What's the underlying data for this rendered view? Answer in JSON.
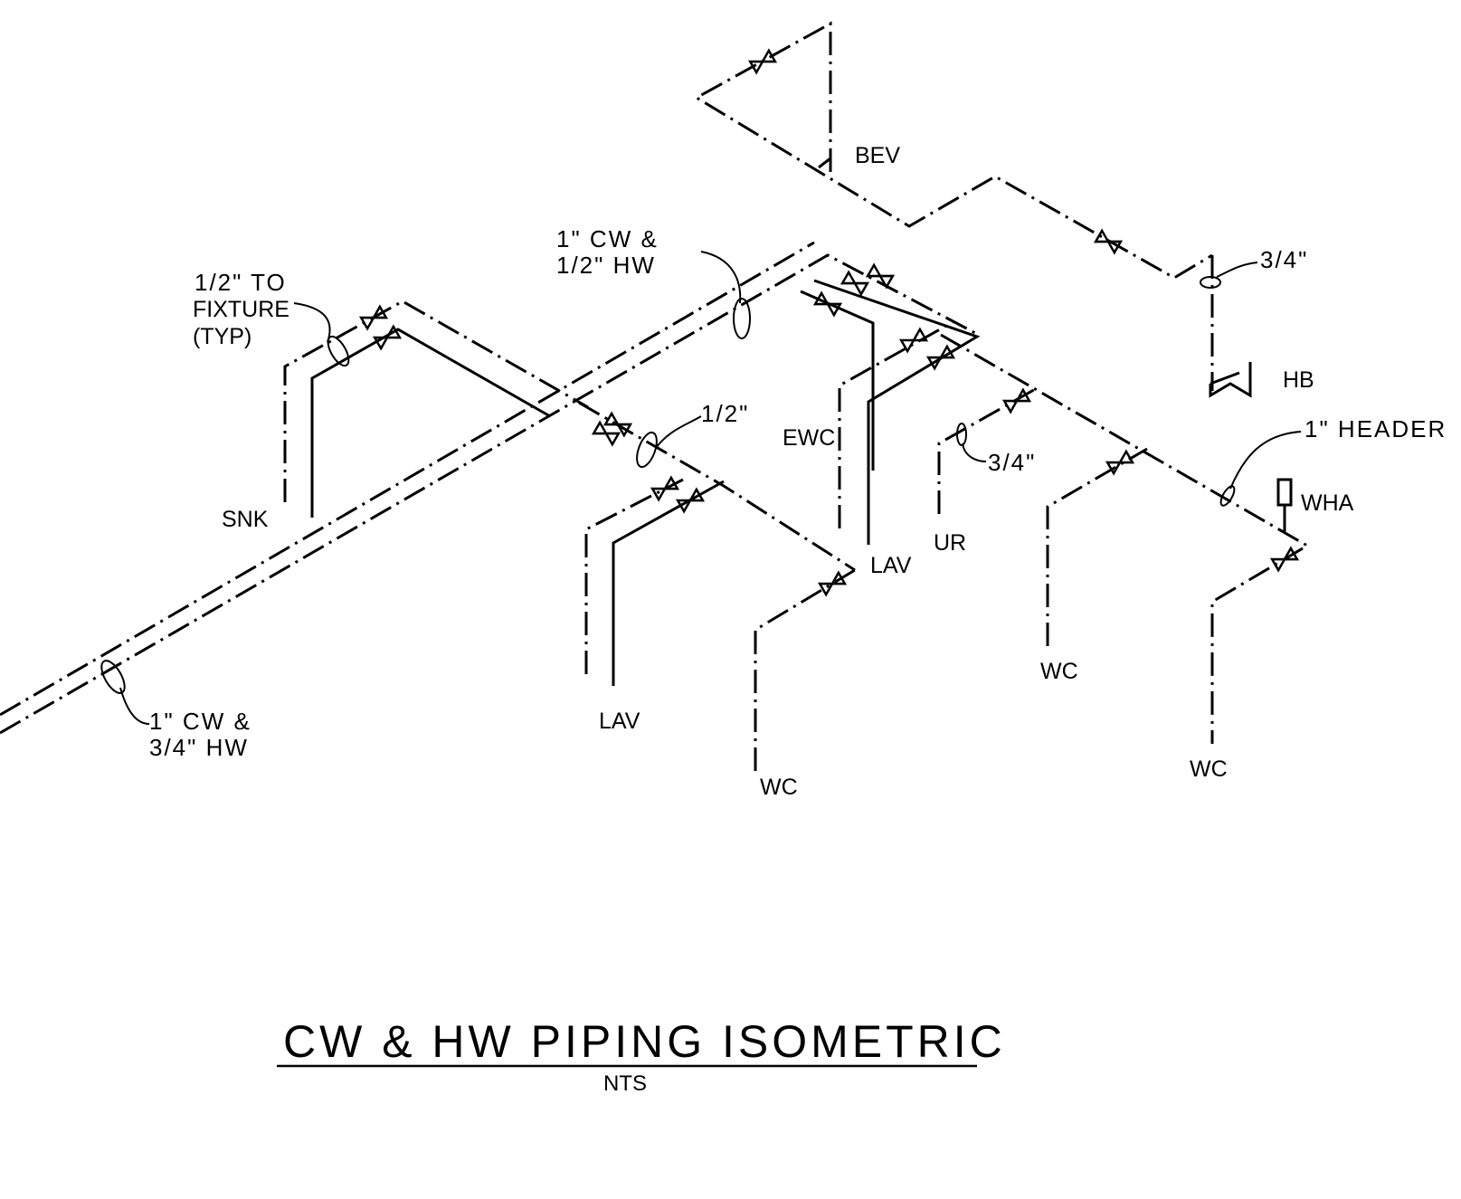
{
  "drawing": {
    "title": "CW & HW PIPING ISOMETRIC",
    "scale_note": "NTS"
  },
  "fixtures": {
    "bev": "BEV",
    "hb": "HB",
    "snk": "SNK",
    "ewc": "EWC",
    "lav_upper": "LAV",
    "lav_lower": "LAV",
    "ur": "UR",
    "wha": "WHA",
    "wc_center": "WC",
    "wc_mid": "WC",
    "wc_right": "WC"
  },
  "callouts": {
    "fixture_line1": "1/2\" TO",
    "fixture_line2": "FIXTURE",
    "fixture_line3": "(TYP)",
    "branch_line1": "1\" CW &",
    "branch_line2": "1/2\" HW",
    "half_inch": "1/2\"",
    "three_quarter_top": "3/4\"",
    "three_quarter_ur": "3/4\"",
    "header": "1\" HEADER",
    "main_line1": "1\" CW &",
    "main_line2": "3/4\" HW"
  }
}
